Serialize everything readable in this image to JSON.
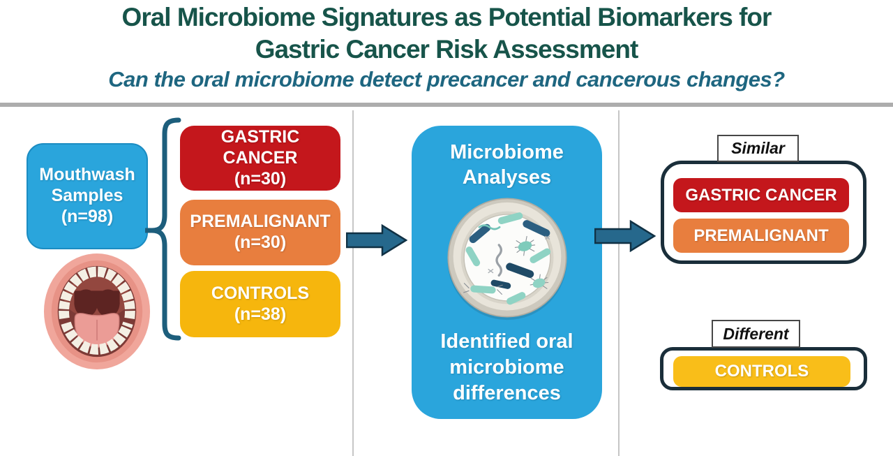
{
  "header": {
    "title_line1": "Oral Microbiome Signatures as Potential Biomarkers for",
    "title_line2": "Gastric Cancer Risk Assessment",
    "subtitle": "Can the oral microbiome detect precancer and cancerous changes?"
  },
  "samples": {
    "label": "Mouthwash\nSamples",
    "count": "(n=98)"
  },
  "groups": [
    {
      "label": "GASTRIC\nCANCER",
      "count": "(n=30)",
      "color": "#C4171C"
    },
    {
      "label": "PREMALIGNANT",
      "count": "(n=30)",
      "color": "#E87E3E"
    },
    {
      "label": "CONTROLS",
      "count": "(n=38)",
      "color": "#F6B60D"
    }
  ],
  "center": {
    "title": "Microbiome\nAnalyses",
    "result": "Identified oral\nmicrobiome\ndifferences"
  },
  "outcomes": {
    "similar": {
      "label": "Similar",
      "items": [
        "GASTRIC CANCER",
        "PREMALIGNANT"
      ]
    },
    "different": {
      "label": "Different",
      "items": [
        "CONTROLS"
      ]
    }
  },
  "icons": {
    "mouth": "open-mouth-illustration",
    "petri_dish": "petri-dish-with-bacteria",
    "arrow": "right-block-arrow",
    "bracket": "left-curly-bracket"
  },
  "colors": {
    "title": "#17544A",
    "subtitle": "#1E6680",
    "blue_box": "#2AA5DC",
    "red": "#C4171C",
    "orange": "#E87E3E",
    "yellow": "#F6B60D",
    "yellow_controls_panel": "#F9BE19",
    "arrow_fill": "#26688C",
    "arrow_stroke": "#103144",
    "bracket": "#1D5E7C",
    "panel_border": "#1A2E3A",
    "divider_gray": "#ADADAD"
  }
}
